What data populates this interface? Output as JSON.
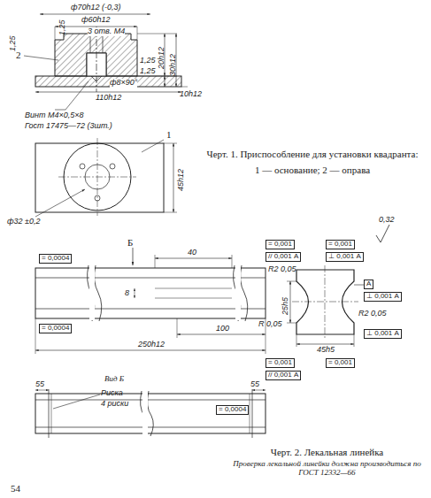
{
  "diagram": {
    "labels": [
      "ф70h12 (-0,3)",
      "ф60h12",
      "3 отв. М4",
      "1,25",
      "1,25",
      "2",
      "1,25",
      "1,25",
      "ф8×90°",
      "20h12",
      "30h12",
      "110h12",
      "10h12",
      "Винт М4×0,5×8",
      "Гост 17475—72 (3шт.)",
      "1",
      "45h12",
      "ф32 ±0,2",
      "Черт. 1. Приспособление для установки квадранта:",
      "1 — основание; 2 — оправа",
      "0,32",
      "Б",
      "40",
      "8",
      "= 0,0004",
      "= 0,0004",
      "100",
      "250h12",
      "= 0,001",
      "= 0,001",
      "// 0,001 А",
      "⊥ 0,001 А",
      "R2 0,05",
      "А",
      "⊥ 0,001 А",
      "25h5",
      "R 0,05",
      "R2 0,05",
      "45h5",
      "= 0,001",
      "= 0,001",
      "// 0,001 А",
      "⊥ 0,001 А",
      "Вид Б",
      "55",
      "55",
      "Риска",
      "4 риски",
      "= 0,0004",
      "Черт. 2. Лекальная линейка",
      "Проверка лекальной линейки должна производиться по ГОСТ 12332—66",
      "54"
    ]
  }
}
